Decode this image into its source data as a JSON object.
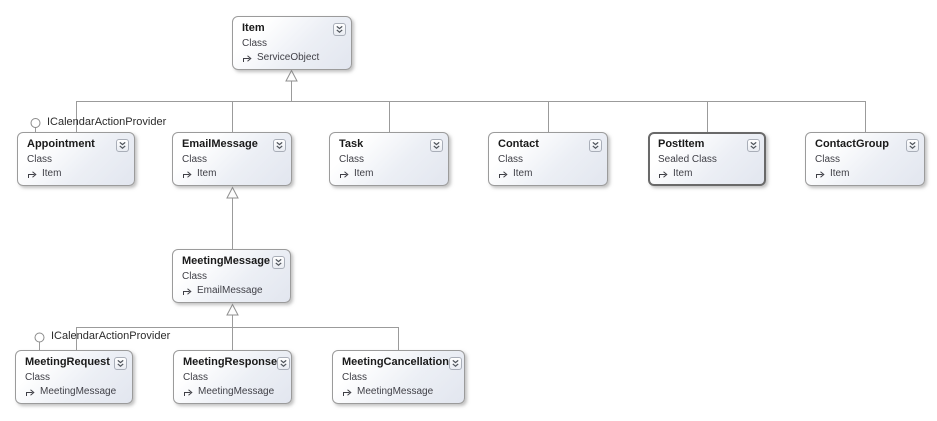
{
  "diagram": {
    "type": "class-diagram",
    "colors": {
      "background": "#ffffff",
      "node_border": "#9b9b9b",
      "sealed_node_border": "#696969",
      "connector_line": "#9b9b9b",
      "node_fill_top": "#ffffff",
      "node_fill_bottom": "#e2e6ef",
      "title_text": "#1a1a1a",
      "secondary_text": "#3f3f46"
    },
    "nodes": {
      "item": {
        "title": "Item",
        "kind": "Class",
        "base": "ServiceObject"
      },
      "appointment": {
        "title": "Appointment",
        "kind": "Class",
        "base": "Item"
      },
      "email_message": {
        "title": "EmailMessage",
        "kind": "Class",
        "base": "Item"
      },
      "task": {
        "title": "Task",
        "kind": "Class",
        "base": "Item"
      },
      "contact": {
        "title": "Contact",
        "kind": "Class",
        "base": "Item"
      },
      "post_item": {
        "title": "PostItem",
        "kind": "Sealed Class",
        "base": "Item"
      },
      "contact_group": {
        "title": "ContactGroup",
        "kind": "Class",
        "base": "Item"
      },
      "meeting_message": {
        "title": "MeetingMessage",
        "kind": "Class",
        "base": "EmailMessage"
      },
      "meeting_request": {
        "title": "MeetingRequest",
        "kind": "Class",
        "base": "MeetingMessage"
      },
      "meeting_response": {
        "title": "MeetingResponse",
        "kind": "Class",
        "base": "MeetingMessage"
      },
      "meeting_cancellation": {
        "title": "MeetingCancellation",
        "kind": "Class",
        "base": "MeetingMessage"
      }
    },
    "interfaces": {
      "appointment": {
        "label": "ICalendarActionProvider"
      },
      "meeting_request": {
        "label": "ICalendarActionProvider"
      }
    },
    "inheritance": [
      {
        "from": "Appointment",
        "to": "Item"
      },
      {
        "from": "EmailMessage",
        "to": "Item"
      },
      {
        "from": "Task",
        "to": "Item"
      },
      {
        "from": "Contact",
        "to": "Item"
      },
      {
        "from": "PostItem",
        "to": "Item"
      },
      {
        "from": "ContactGroup",
        "to": "Item"
      },
      {
        "from": "MeetingMessage",
        "to": "EmailMessage"
      },
      {
        "from": "MeetingRequest",
        "to": "MeetingMessage"
      },
      {
        "from": "MeetingResponse",
        "to": "MeetingMessage"
      },
      {
        "from": "MeetingCancellation",
        "to": "MeetingMessage"
      }
    ]
  }
}
